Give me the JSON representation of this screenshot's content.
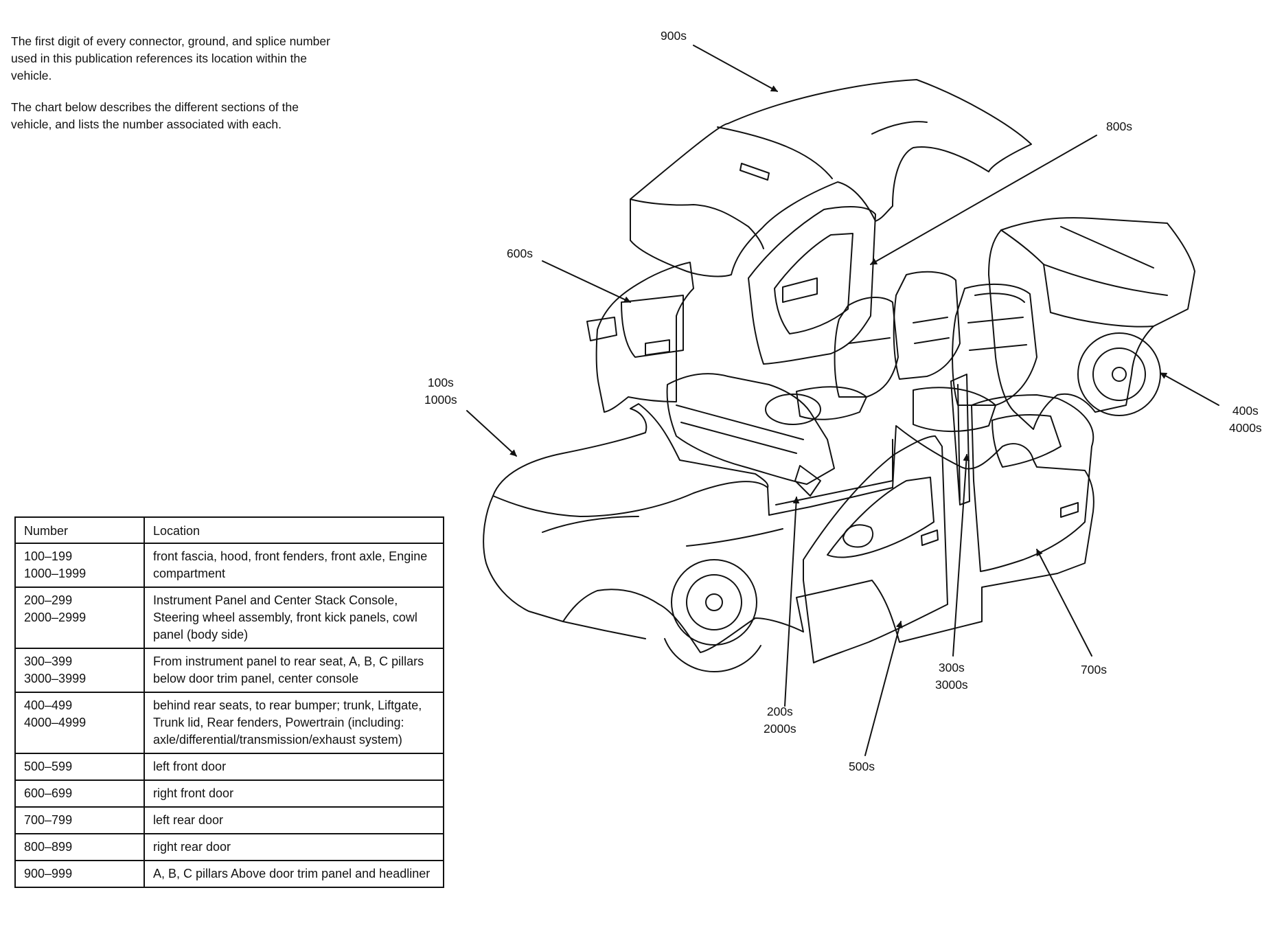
{
  "intro": {
    "paragraphs": [
      "The first digit of every connector, ground, and splice number used in this publication references its location within the vehicle.",
      "The chart below describes the different sections of the vehicle, and lists the number associated with each."
    ]
  },
  "table": {
    "headers": [
      "Number",
      "Location"
    ],
    "rows": [
      {
        "numbers": [
          "100–199",
          "1000–1999"
        ],
        "location": "front fascia, hood, front fenders, front axle, Engine compartment"
      },
      {
        "numbers": [
          "200–299",
          "2000–2999"
        ],
        "location": "Instrument Panel and Center Stack Console, Steering wheel assembly, front kick panels, cowl panel (body side)"
      },
      {
        "numbers": [
          "300–399",
          "3000–3999"
        ],
        "location": "From instrument panel to rear seat, A, B, C pillars below door trim panel, center console"
      },
      {
        "numbers": [
          "400–499",
          "4000–4999"
        ],
        "location": "behind rear seats, to rear bumper; trunk, Liftgate, Trunk lid, Rear fenders, Powertrain (including: axle/differential/transmission/exhaust system)"
      },
      {
        "numbers": [
          "500–599"
        ],
        "location": "left front door"
      },
      {
        "numbers": [
          "600–699"
        ],
        "location": "right front door"
      },
      {
        "numbers": [
          "700–799"
        ],
        "location": "left rear door"
      },
      {
        "numbers": [
          "800–899"
        ],
        "location": "right rear door"
      },
      {
        "numbers": [
          "900–999"
        ],
        "location": "A, B, C pillars Above door trim panel and headliner"
      }
    ]
  },
  "callouts": {
    "roof": [
      "900s"
    ],
    "right_rear_door": [
      "800s"
    ],
    "right_front_door": [
      "600s"
    ],
    "front": [
      "100s",
      "1000s"
    ],
    "rear": [
      "400s",
      "4000s"
    ],
    "instrument_panel": [
      "200s",
      "2000s"
    ],
    "left_front_door": [
      "500s"
    ],
    "pillars_console": [
      "300s",
      "3000s"
    ],
    "left_rear_door": [
      "700s"
    ]
  }
}
